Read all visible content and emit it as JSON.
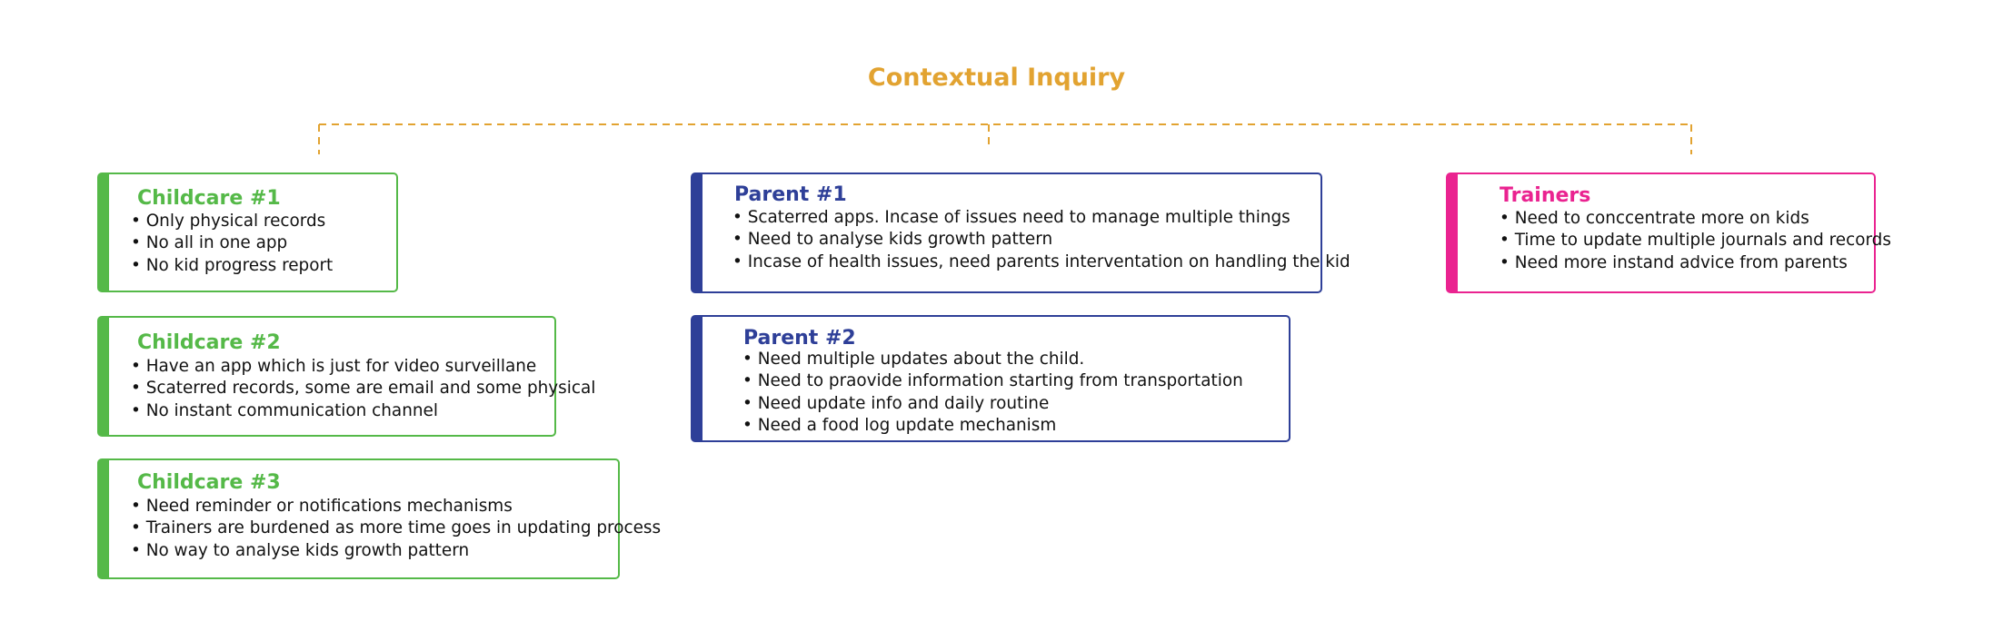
{
  "title": "Contextual Inquiry",
  "colors": {
    "title": "#E2A331",
    "connector": "#E2A331",
    "childcare": "#55B948",
    "parent": "#2E3F98",
    "trainer": "#EA2390"
  },
  "cards": [
    {
      "group": "childcare",
      "title": "Childcare #1",
      "points": [
        "Only physical records",
        "No all in one app",
        "No kid progress report"
      ]
    },
    {
      "group": "childcare",
      "title": "Childcare #2",
      "points": [
        "Have an app which is just for video surveillane",
        "Scaterred records, some are email and some physical",
        "No instant communication channel"
      ]
    },
    {
      "group": "childcare",
      "title": "Childcare #3",
      "points": [
        "Need reminder or notifications mechanisms",
        "Trainers are burdened as more time goes in updating process",
        "No way to analyse kids growth pattern"
      ]
    },
    {
      "group": "parent",
      "title": "Parent #1",
      "points": [
        "Scaterred apps. Incase of issues need to manage multiple things",
        "Need to analyse kids growth pattern",
        "Incase of health issues, need parents interventation on handling the kid"
      ]
    },
    {
      "group": "parent",
      "title": "Parent #2",
      "points": [
        "Need multiple updates about the child.",
        "Need to praovide information starting from transportation",
        "Need update info and daily routine",
        "Need a food log update mechanism"
      ]
    },
    {
      "group": "trainer",
      "title": "Trainers",
      "points": [
        "Need to conccentrate more on kids",
        "Time  to update multiple journals and records",
        "Need more instand advice from parents"
      ]
    }
  ]
}
